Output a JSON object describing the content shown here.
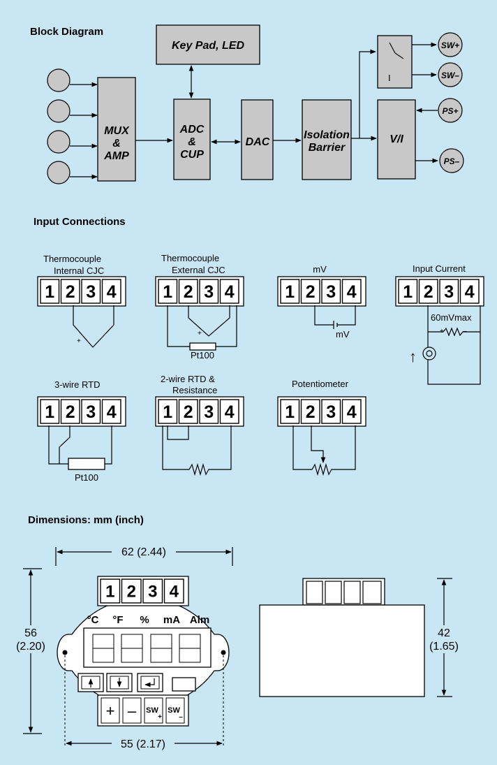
{
  "headings": {
    "block": "Block Diagram",
    "inputs": "Input Connections",
    "dims": "Dimensions: mm (inch)"
  },
  "blocks": {
    "keypad": "Key Pad, LED",
    "mux": [
      "MUX",
      "&",
      "AMP"
    ],
    "adc": [
      "ADC",
      "&",
      "CUP"
    ],
    "dac": "DAC",
    "iso": [
      "Isolation",
      "Barrier"
    ],
    "vi": "V/I",
    "swplus": "SW+",
    "swminus": "SW–",
    "psplus": "PS+",
    "psminus": "PS–",
    "contact": "I"
  },
  "terminals": [
    "1",
    "2",
    "3",
    "4"
  ],
  "connections": {
    "tc_int": [
      "Thermocouple",
      "Internal CJC"
    ],
    "tc_ext": [
      "Thermocouple",
      "External CJC"
    ],
    "mv": "mV",
    "mv_src": "mV",
    "cur": "Input Current",
    "cur_res": "60mVmax",
    "rtd3": "3-wire RTD",
    "rtd2": [
      "2-wire RTD &",
      "Resistance"
    ],
    "pot": "Potentiometer",
    "pt100": "Pt100",
    "plus": "+",
    "minus": "–",
    "up_arrow": "↑"
  },
  "dimensions": {
    "w_top": "62 (2.44)",
    "h_left_mm": "56",
    "h_left_in": "(2.20)",
    "w_bottom": "55 (2.17)",
    "h_right_mm": "42",
    "h_right_in": "(1.65)"
  },
  "front_panel": {
    "units": [
      "°C",
      "°F",
      "%",
      "mA",
      "Alm"
    ],
    "btn_plus": "+",
    "btn_minus": "–",
    "sw": "SW",
    "sw_plus_sub": "+",
    "sw_minus_sub": "–"
  }
}
